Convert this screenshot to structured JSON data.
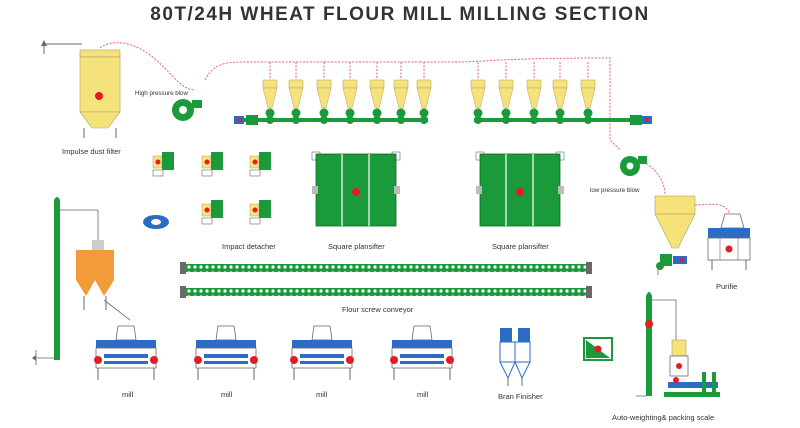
{
  "title": "80T/24H  WHEAT  FLOUR  MILL  MILLING SECTION",
  "labels": {
    "impulse_dust_filter": "Impulse dust filter",
    "high_pressure_blow": "High pressure blow",
    "low_pressure_blow": "low pressure blow",
    "impact_detacher": "Impact   detacher",
    "square_plansifter_1": "Square plansifter",
    "square_plansifter_2": "Square plansifter",
    "flour_screw_conveyor": "Flour screw conveyor",
    "purifie": "Purifie",
    "mill_1": "mill",
    "mill_2": "mill",
    "mill_3": "mill",
    "mill_4": "mill",
    "bran_finisher": "Bran Finisher",
    "auto_weighting": "Auto-weighting& packing scale"
  },
  "colors": {
    "green": "#1a9a3a",
    "yellow": "#f5e27a",
    "red": "#e51c23",
    "blue": "#2b6cc4",
    "orange": "#f39a3a",
    "pink_pipe": "#e85a9a",
    "gray": "#6a6a6a"
  }
}
